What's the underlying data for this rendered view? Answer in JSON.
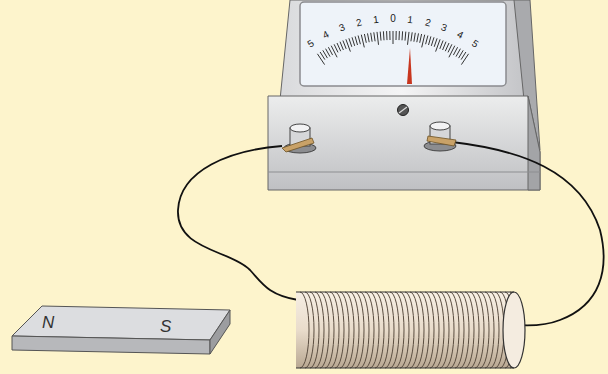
{
  "diagram": {
    "nodes": [
      {
        "text": [
          "N",
          "S"
        ]
      }
    ],
    "labels": [
      "5",
      "4",
      "3",
      "2",
      "1",
      "0",
      "1",
      "2",
      "3",
      "4",
      "5"
    ]
  }
}
